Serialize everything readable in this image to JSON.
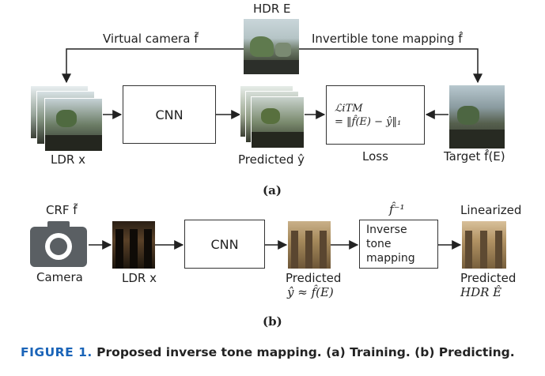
{
  "panel_a": {
    "hdr_label": "HDR E",
    "virtual_camera_label": "Virtual camera f̃",
    "itm_label": "Invertible tone mapping f̂",
    "ldr_label": "LDR x",
    "cnn_label": "CNN",
    "predicted_label": "Predicted ŷ",
    "loss_formula_line1": "ℒiTM",
    "loss_formula_line2": "= ‖f̂(E) − ŷ‖₁",
    "loss_label": "Loss",
    "target_label": "Target f̂(E)",
    "panel_tag": "(a)"
  },
  "panel_b": {
    "crf_label": "CRF f̃",
    "camera_label": "Camera",
    "ldr_label": "LDR x",
    "cnn_label": "CNN",
    "predicted_label": "Predicted",
    "predicted_formula": "ŷ ≈ f̂(E)",
    "inverse_symbol": "f̂⁻¹",
    "inverse_label": "Inverse tone mapping",
    "linearized_label": "Linearized",
    "predicted_hdr_label1": "Predicted",
    "predicted_hdr_label2": "HDR Ê",
    "panel_tag": "(b)"
  },
  "caption": {
    "figure_label": "FIGURE 1.",
    "text": "Proposed inverse tone mapping. (a) Training. (b) Predicting."
  },
  "colors": {
    "caption_blue": "#1a64b8",
    "camera_gray": "#5a5f63"
  }
}
